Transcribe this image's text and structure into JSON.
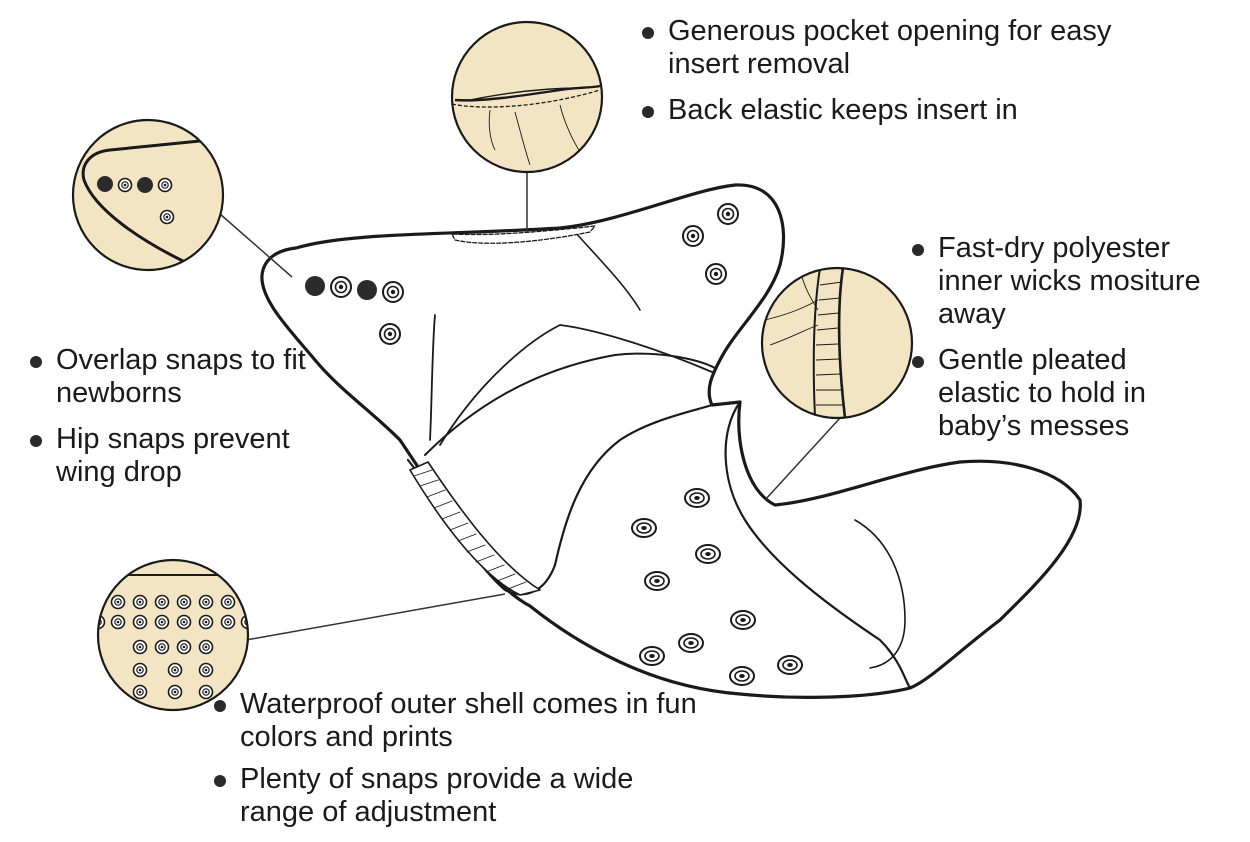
{
  "callouts": {
    "pocket": [
      "Generous pocket opening for easy insert removal",
      "Back elastic keeps insert in"
    ],
    "inner": [
      "Fast-dry polyester inner wicks mositure away",
      "Gentle pleated elastic to hold in baby’s messes"
    ],
    "snaps": [
      "Overlap snaps to fit newborns",
      "Hip snaps prevent wing drop"
    ],
    "outer": [
      "Waterproof outer shell comes in fun colors and prints",
      "Plenty of snaps provide a wide range of adjustment"
    ]
  },
  "colors": {
    "outline": "#1a1a1a",
    "zoom_fill": "#f3e4c4",
    "snap_dark": "#2b2b2b"
  }
}
